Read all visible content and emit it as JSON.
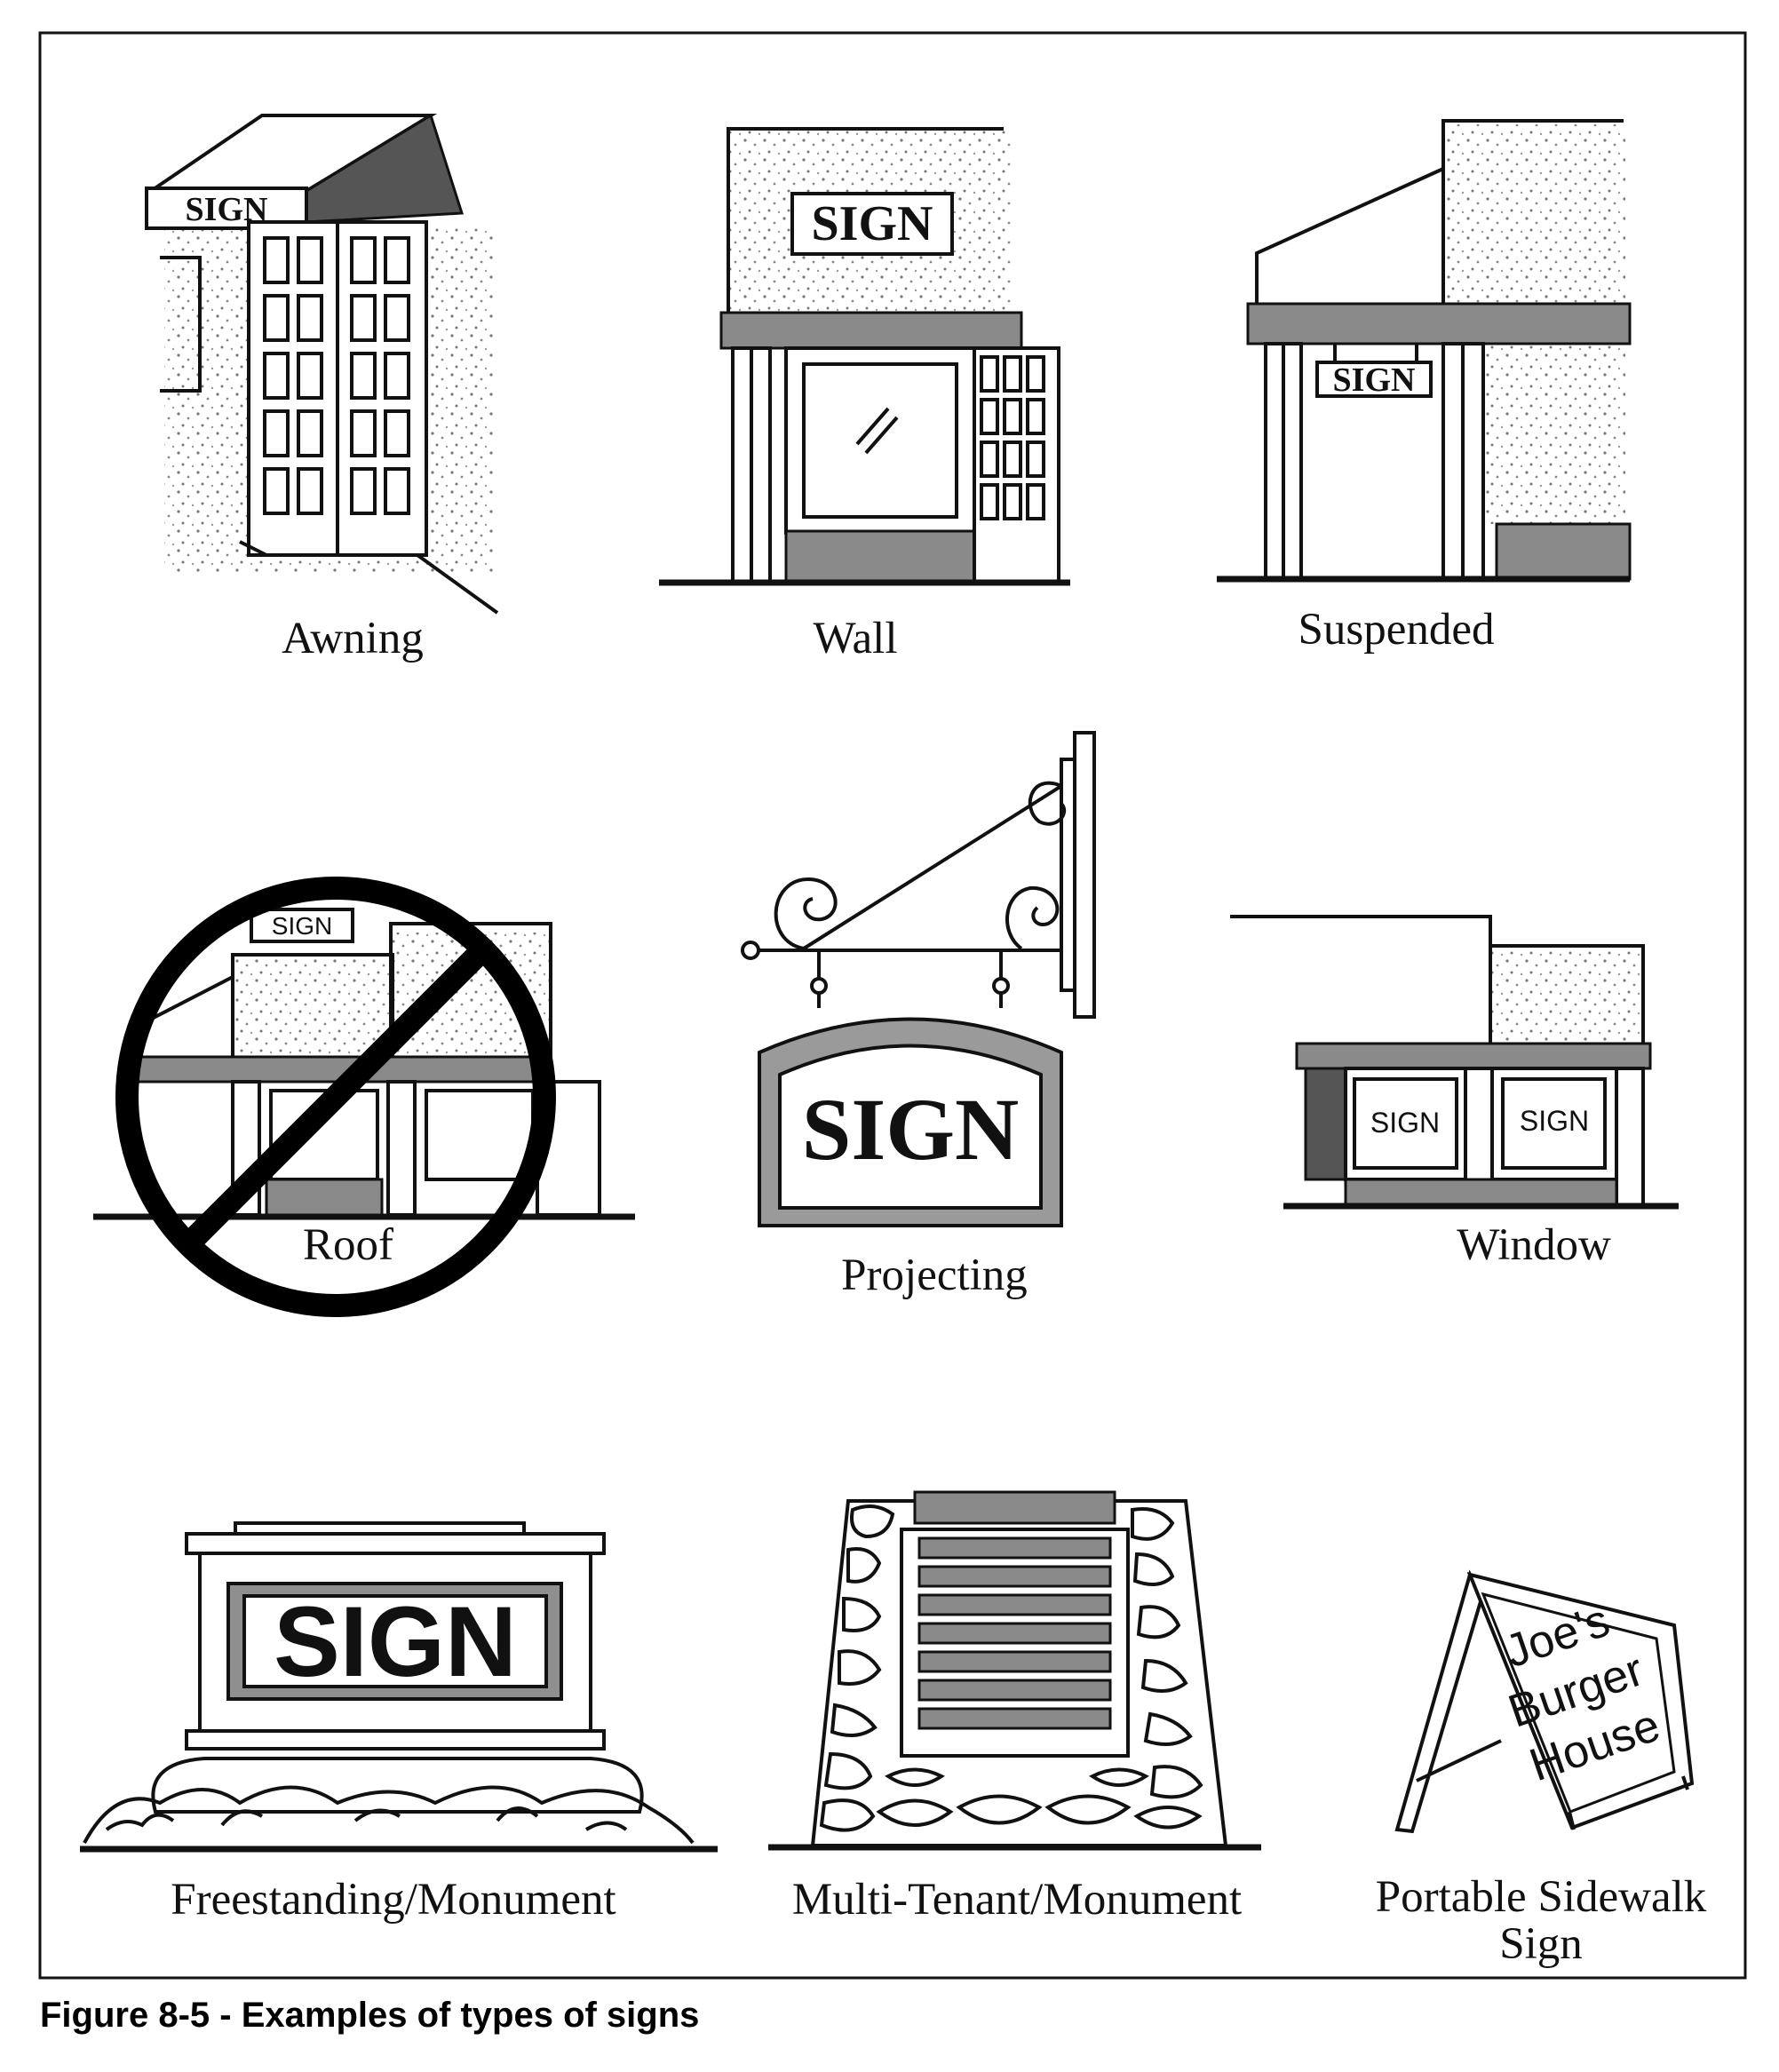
{
  "figure_caption": "Figure 8-5 - Examples of types of signs",
  "sign_word": "SIGN",
  "panels": [
    {
      "id": "awning",
      "label": "Awning"
    },
    {
      "id": "wall",
      "label": "Wall"
    },
    {
      "id": "suspended",
      "label": "Suspended"
    },
    {
      "id": "roof",
      "label": "Roof",
      "prohibited": true
    },
    {
      "id": "projecting",
      "label": "Projecting"
    },
    {
      "id": "window",
      "label": "Window"
    },
    {
      "id": "freestanding",
      "label": "Freestanding/Monument"
    },
    {
      "id": "multitenant",
      "label": "Multi-Tenant/Monument"
    },
    {
      "id": "portable",
      "label_line1": "Portable Sidewalk",
      "label_line2": "Sign"
    }
  ],
  "portable_sign_text": [
    "Joe's",
    "Burger",
    "House"
  ]
}
